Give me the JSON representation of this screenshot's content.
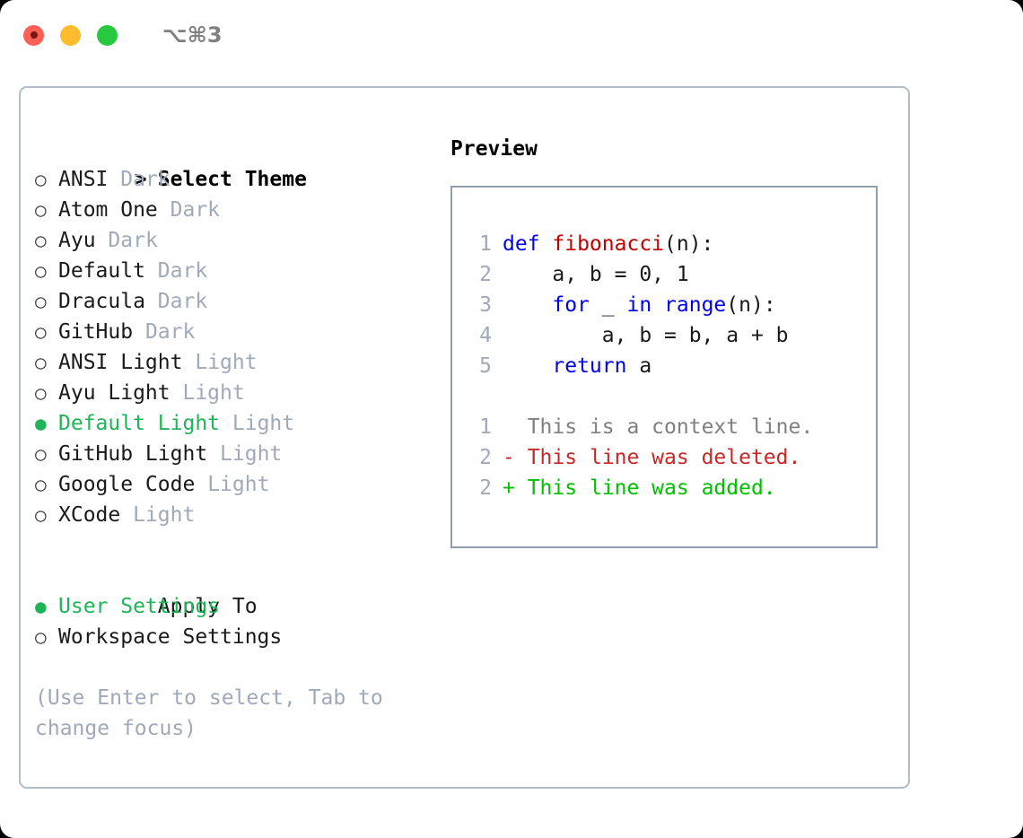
{
  "titlebar": {
    "shortcut": "⌥⌘3",
    "buttons": [
      {
        "name": "close-button",
        "color": "#fd5f57"
      },
      {
        "name": "minimize-button",
        "color": "#fdbc2e"
      },
      {
        "name": "maximize-button",
        "color": "#28c840"
      }
    ]
  },
  "colors": {
    "accent_green": "#1fb457",
    "muted": "#9fa9b8",
    "border": "#b3bcc9",
    "preview_border": "#8f9dae",
    "keyword": "#0000ee",
    "function": "#c00000",
    "diff_deleted": "#c62828",
    "diff_added": "#00c000"
  },
  "theme_picker": {
    "header_prefix": ">",
    "header": "Select Theme",
    "bullet_selected": "●",
    "bullet_unselected": "○",
    "items": [
      {
        "name": "ANSI",
        "kind": "Dark",
        "selected": false
      },
      {
        "name": "Atom One",
        "kind": "Dark",
        "selected": false
      },
      {
        "name": "Ayu",
        "kind": "Dark",
        "selected": false
      },
      {
        "name": "Default",
        "kind": "Dark",
        "selected": false
      },
      {
        "name": "Dracula",
        "kind": "Dark",
        "selected": false
      },
      {
        "name": "GitHub",
        "kind": "Dark",
        "selected": false
      },
      {
        "name": "ANSI Light",
        "kind": "Light",
        "selected": false
      },
      {
        "name": "Ayu Light",
        "kind": "Light",
        "selected": false
      },
      {
        "name": "Default Light",
        "kind": "Light",
        "selected": true
      },
      {
        "name": "GitHub Light",
        "kind": "Light",
        "selected": false
      },
      {
        "name": "Google Code",
        "kind": "Light",
        "selected": false
      },
      {
        "name": "XCode",
        "kind": "Light",
        "selected": false
      }
    ]
  },
  "apply_to": {
    "header": "Apply To",
    "items": [
      {
        "name": "User Settings",
        "selected": true
      },
      {
        "name": "Workspace Settings",
        "selected": false
      }
    ]
  },
  "hint": "(Use Enter to select, Tab to change focus)",
  "preview": {
    "title": "Preview",
    "code_lines": [
      {
        "num": "1",
        "tokens": [
          {
            "t": "def ",
            "c": "kw"
          },
          {
            "t": "fibonacci",
            "c": "fn"
          },
          {
            "t": "(n):",
            "c": "pl"
          }
        ]
      },
      {
        "num": "2",
        "tokens": [
          {
            "t": "    a, b = 0, 1",
            "c": "pl"
          }
        ]
      },
      {
        "num": "3",
        "tokens": [
          {
            "t": "    ",
            "c": "pl"
          },
          {
            "t": "for",
            "c": "kw"
          },
          {
            "t": " _ ",
            "c": "pl"
          },
          {
            "t": "in",
            "c": "kw"
          },
          {
            "t": " ",
            "c": "pl"
          },
          {
            "t": "range",
            "c": "kw"
          },
          {
            "t": "(n):",
            "c": "pl"
          }
        ]
      },
      {
        "num": "4",
        "tokens": [
          {
            "t": "        a, b = b, a + b",
            "c": "pl"
          }
        ]
      },
      {
        "num": "5",
        "tokens": [
          {
            "t": "    ",
            "c": "pl"
          },
          {
            "t": "return",
            "c": "kw"
          },
          {
            "t": " a",
            "c": "pl"
          }
        ]
      }
    ],
    "diff_lines": [
      {
        "num": "1",
        "marker": "  ",
        "text": "This is a context line.",
        "kind": "ctx"
      },
      {
        "num": "2",
        "marker": "- ",
        "text": "This line was deleted.",
        "kind": "del"
      },
      {
        "num": "2",
        "marker": "+ ",
        "text": "This line was added.",
        "kind": "add"
      }
    ]
  }
}
